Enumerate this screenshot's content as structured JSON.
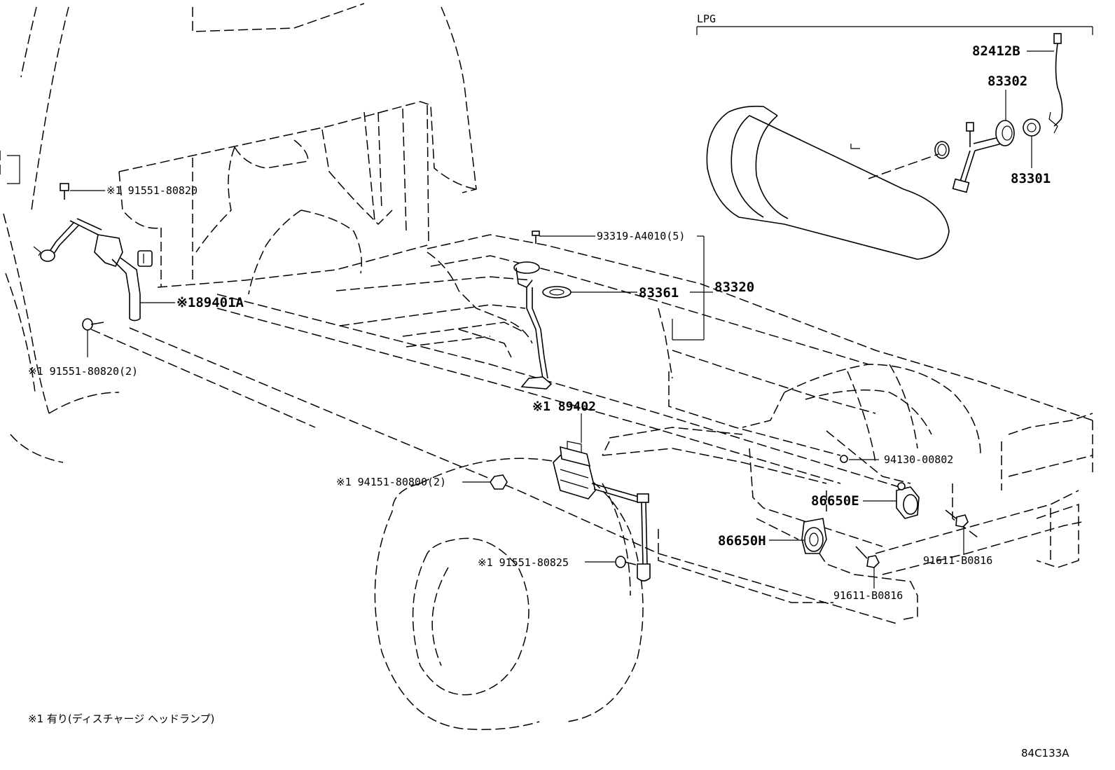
{
  "section": {
    "title": "LPG"
  },
  "labels": {
    "p82412B": "82412B",
    "p83302": "83302",
    "p83301": "83301",
    "p91551_80820_top": "※1 91551-80820",
    "p93319": "93319-A4010(5)",
    "p83361": "83361",
    "p83320": "83320",
    "p89401A": "※189401A",
    "p91551_80820_2": "※1 91551-80820(2)",
    "p89402": "※1 89402",
    "p94130": "94130-00802",
    "p94151": "※1 94151-80800(2)",
    "p86650E": "86650E",
    "p86650H": "86650H",
    "p91611_right": "91611-B0816",
    "p91551_80825": "※1 91551-80825",
    "p91611_bottom": "91611-B0816"
  },
  "footnote": "※1 有り(ディスチャージ ヘッドランプ)",
  "diagram_code": "84C133A"
}
